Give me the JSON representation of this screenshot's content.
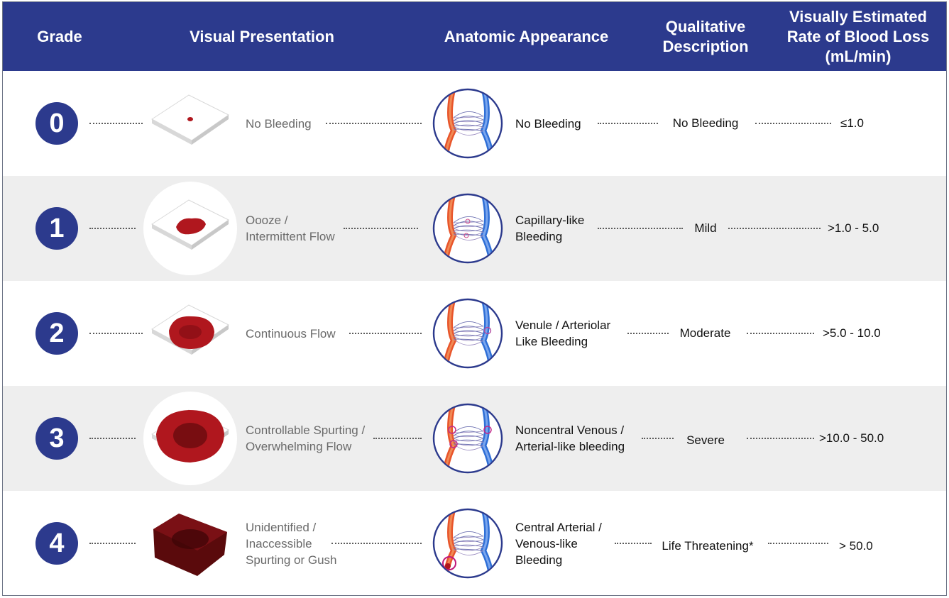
{
  "header": {
    "grade": "Grade",
    "visual": "Visual Presentation",
    "anatomic": "Anatomic Appearance",
    "qualitative": "Qualitative Description",
    "rate": "Visually Estimated Rate of Blood Loss (mL/min)"
  },
  "colors": {
    "header_bg": "#2c3a8d",
    "badge_bg": "#2c3a8d",
    "alt_row_bg": "#eeeeee",
    "artery": "#e8552b",
    "vein": "#2f6fd6",
    "blood": "#b0171e"
  },
  "rows": [
    {
      "grade": "0",
      "visual": "No Bleeding",
      "anatomic": "No Bleeding",
      "qualitative": "No Bleeding",
      "rate": "≤1.0",
      "icon": "gauze-icon",
      "severity": 0
    },
    {
      "grade": "1",
      "visual": "Oooze / Intermittent Flow",
      "anatomic": "Capillary-like Bleeding",
      "qualitative": "Mild",
      "rate": ">1.0 - 5.0",
      "icon": "gauze-icon",
      "severity": 1
    },
    {
      "grade": "2",
      "visual": "Continuous Flow",
      "anatomic": "Venule / Arteriolar Like Bleeding",
      "qualitative": "Moderate",
      "rate": ">5.0 - 10.0",
      "icon": "gauze-icon",
      "severity": 2
    },
    {
      "grade": "3",
      "visual": "Controllable Spurting / Overwhelming Flow",
      "anatomic": "Noncentral Venous / Arterial-like bleeding",
      "qualitative": "Severe",
      "rate": ">10.0 - 50.0",
      "icon": "gauze-icon",
      "severity": 3
    },
    {
      "grade": "4",
      "visual": "Unidentified / Inaccessible Spurting or Gush",
      "anatomic": "Central Arterial / Venous-like Bleeding",
      "qualitative": "Life Threatening*",
      "rate": "> 50.0",
      "icon": "gauze-icon",
      "severity": 4
    }
  ]
}
